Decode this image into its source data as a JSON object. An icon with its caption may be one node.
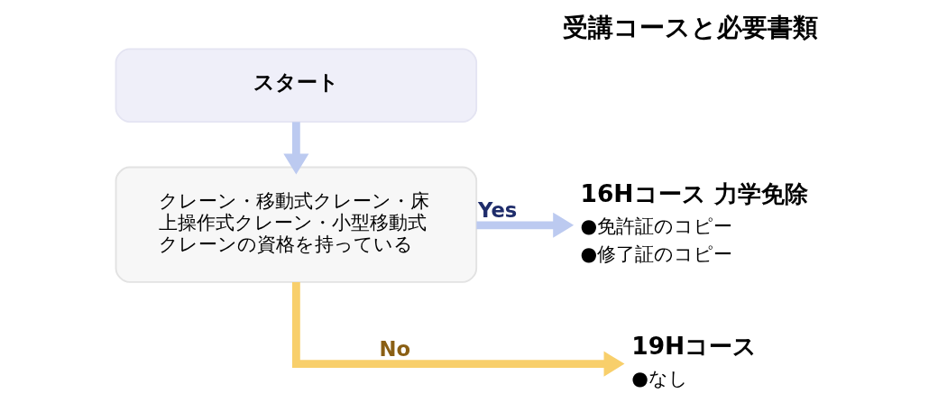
{
  "diagram": {
    "title": "受講コースと必要書類",
    "nodes": [
      {
        "text": [
          "スタート"
        ]
      },
      {
        "text": [
          "クレーン・移動式クレーン・床上操作式クレーン・小型移動式クレーンの資格を持っている"
        ]
      },
      {
        "text": [
          "16Hコース 力学免除",
          "●免許証のコピー",
          "●修了証のコピー"
        ]
      },
      {
        "text": [
          "19Hコース",
          "●なし"
        ]
      }
    ],
    "edges": [
      {
        "from": 0,
        "to": 1,
        "arrow": "to"
      },
      {
        "from": 1,
        "to": 2,
        "arrow": "to",
        "label": "Yes"
      },
      {
        "from": 1,
        "to": 3,
        "arrow": "to",
        "label": "No",
        "color": "#f8cf6b"
      }
    ]
  }
}
